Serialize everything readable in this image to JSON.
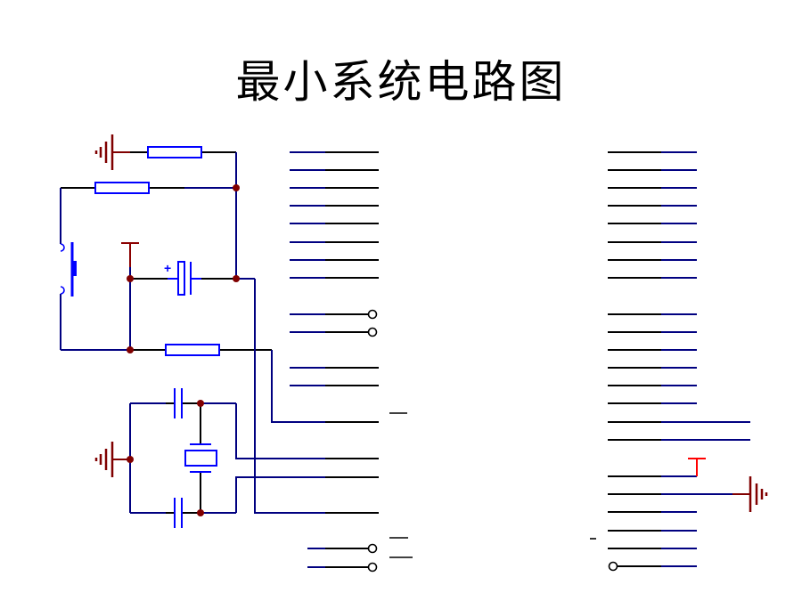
{
  "title": "最小系统电路图",
  "colors": {
    "wire_black": "#000000",
    "wire_navy": "#000080",
    "component_blue": "#0000ff",
    "ground_darkred": "#800000",
    "vcc_red": "#ff0000",
    "junction": "#800000",
    "background": "#ffffff"
  },
  "components": {
    "reset_section": {
      "ground_symbol": "ground-icon",
      "pullup_resistor": "resistor",
      "reset_resistor": "resistor",
      "reset_button": "push-button",
      "vcc_symbol": "vcc-icon",
      "electrolytic_capacitor": {
        "polarity_label": "+"
      },
      "discharge_resistor": "resistor"
    },
    "oscillator_section": {
      "ground_symbol": "ground-icon",
      "capacitors": 2,
      "crystal": "crystal-oscillator"
    },
    "right_side": {
      "vcc_symbol": "vcc-icon",
      "ground_symbol": "ground-icon"
    }
  },
  "pin_groups": {
    "left_column_top": {
      "count": 8
    },
    "left_column_open": {
      "count": 2
    },
    "left_column_mid": {
      "count": 2
    },
    "left_column_wired": {
      "count": 4
    },
    "left_column_bottom_open": {
      "count": 2
    },
    "right_column": {
      "count": 24
    }
  },
  "overbar_marks": [
    "—",
    "—",
    "—",
    "-"
  ]
}
